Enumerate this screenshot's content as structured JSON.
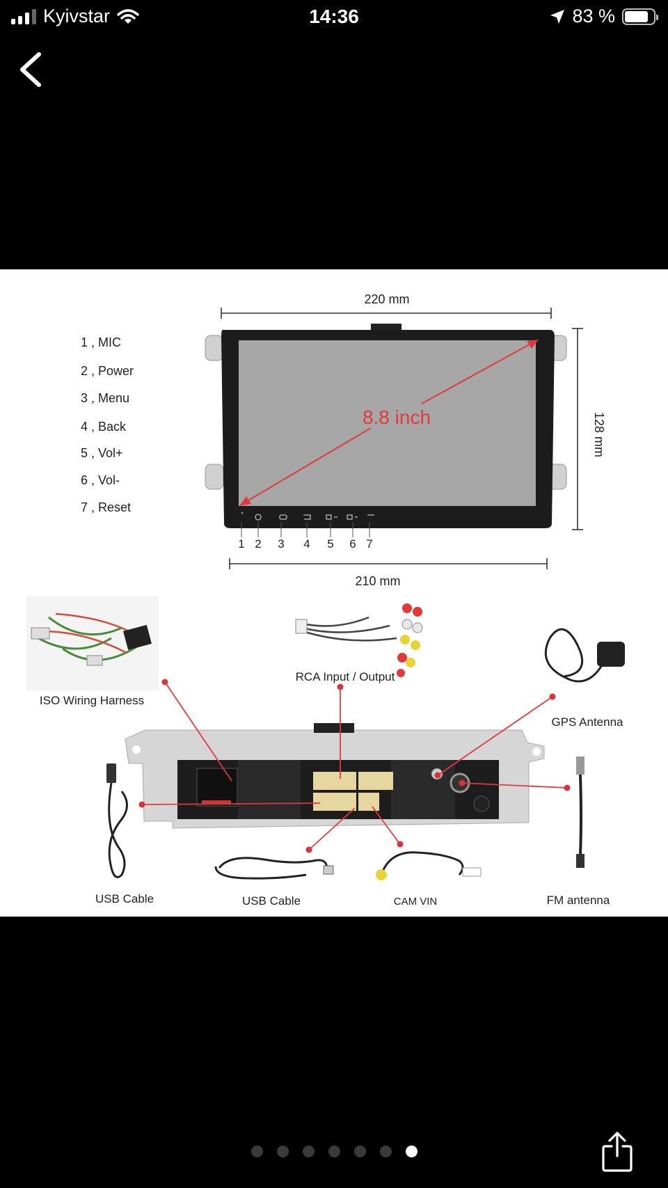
{
  "status": {
    "carrier": "Kyivstar",
    "time": "14:36",
    "battery": "83 %",
    "battery_level": 0.83
  },
  "diagram": {
    "width_top": "220 mm",
    "width_bottom": "210 mm",
    "height": "128 mm",
    "screen_size": "8.8 inch",
    "buttons": [
      "1 , MIC",
      "2 , Power",
      "3 , Menu",
      "4 , Back",
      "5 , Vol+",
      "6 , Vol-",
      "7 , Reset"
    ],
    "button_numbers": [
      "1",
      "2",
      "3",
      "4",
      "5",
      "6",
      "7"
    ],
    "accessories": {
      "iso": "ISO Wiring Harness",
      "rca": "RCA Input / Output",
      "gps": "GPS Antenna",
      "usb1": "USB Cable",
      "usb2": "USB Cable",
      "cam": "CAM VIN",
      "fm": "FM antenna"
    }
  },
  "pager": {
    "count": 7,
    "active": 6
  },
  "colors": {
    "accent": "#d8333a",
    "background": "#000000"
  },
  "icons": {
    "back": "chevron-left-icon",
    "share": "share-icon"
  }
}
